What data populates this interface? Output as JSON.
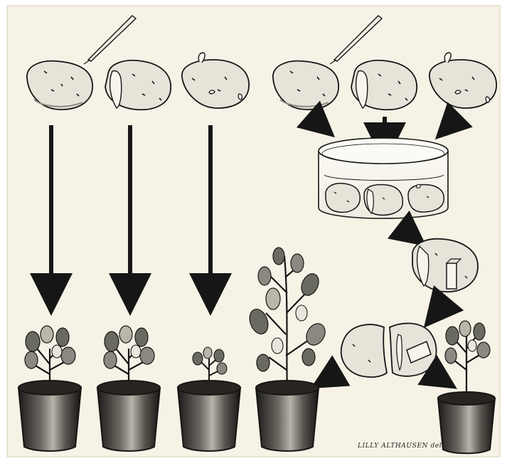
{
  "illustration": {
    "signature": "LILLY ALTHAUSEN del",
    "colors": {
      "paper": "#f6f3e6",
      "border": "#e3ddc6",
      "ink": "#161616",
      "potato": "#e6e3d9",
      "soil": "#2a2420",
      "pot": "#3a3834",
      "leaf": "#6a6a60"
    },
    "left_panel": {
      "potatoes": [
        {
          "state": "whole",
          "has_needle": true
        },
        {
          "state": "cut",
          "has_needle": false
        },
        {
          "state": "sprouted",
          "has_needle": false
        }
      ],
      "plants": [
        "medium",
        "medium",
        "small"
      ]
    },
    "right_panel": {
      "potatoes": [
        {
          "state": "whole",
          "has_needle": true
        },
        {
          "state": "cut",
          "has_needle": false
        },
        {
          "state": "sprouted",
          "has_needle": false
        }
      ],
      "dish_contents": [
        "whole",
        "cut",
        "sprouted"
      ],
      "graft_result": "potato with inserted plug",
      "split_halves": 2,
      "plants": [
        "tall",
        "medium"
      ]
    }
  }
}
